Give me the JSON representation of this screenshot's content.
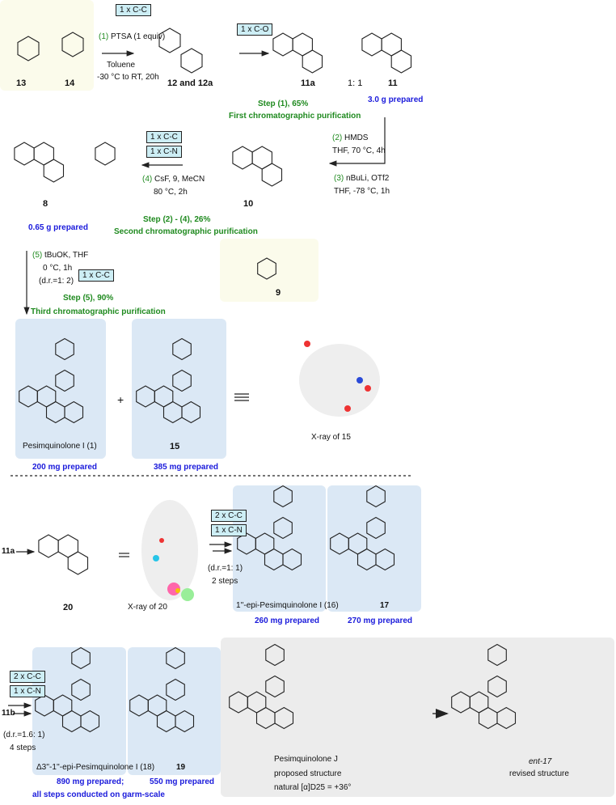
{
  "tags": {
    "cc": "1 x C-C",
    "co": "1 x C-O",
    "cn": "1 x C-N",
    "cc2": "2 x C-C"
  },
  "step1": {
    "num": "(1)",
    "reagent": " PTSA (1 equiv)",
    "solvent": "Toluene",
    "cond": "-30 °C to RT, 20h",
    "yield": "Step (1), 65%",
    "purif": "First chromatographic purification"
  },
  "compounds": {
    "c13": "13",
    "c14": "14",
    "c12": "12 and 12a",
    "c11a": "11a",
    "ratio": "1: 1",
    "c11": "11",
    "c11_amt": "3.0 g prepared",
    "c10": "10",
    "c8": "8",
    "c8_amt": "0.65 g prepared",
    "c9": "9",
    "c1": "Pesimquinolone I (1)",
    "c1_amt": "200 mg prepared",
    "c15": "15",
    "c15_amt": "385 mg prepared",
    "xray15": "X-ray of 15",
    "c20": "20",
    "xray20": "X-ray of 20",
    "c11a_b": "11a",
    "c16": "1''-epi-Pesimquinolone I (16)",
    "c16_amt": "260 mg prepared",
    "c17": "17",
    "c17_amt": "270 mg prepared",
    "c11b": "11b",
    "c18": "Δ3''-1''-epi-Pesimquinolone I (18)",
    "c18_amt": "890 mg prepared;",
    "c18_note": "all steps conducted on garm-scale",
    "c19": "19",
    "c19_amt": "550 mg prepared",
    "pj": "Pesimquinolone J",
    "pj_note": "proposed structure",
    "pj_rot": "natural [α]D25 = +36°",
    "ent17": "ent-17",
    "ent17_note": "revised structure"
  },
  "step23": {
    "s2num": "(2)",
    "s2": " HMDS",
    "s2c": "THF, 70 °C, 4h",
    "s3num": "(3)",
    "s3": " nBuLi, OTf2",
    "s3c": "THF, -78 °C, 1h"
  },
  "step4": {
    "num": "(4)",
    "reagent": " CsF, 9, MeCN",
    "cond": "80 °C, 2h",
    "yield": "Step (2) - (4), 26%",
    "purif": "Second chromatographic purification"
  },
  "step5": {
    "num": "(5)",
    "reagent": " tBuOK, THF",
    "cond": "0 °C, 1h",
    "dr": "(d.r.=1: 2)",
    "yield": "Step (5), 90%",
    "purif": "Third chromatographic purification"
  },
  "route2": {
    "dr": "(d.r.=1: 1)",
    "steps": "2 steps"
  },
  "route3": {
    "dr": "(d.r.=1.6: 1)",
    "steps": "4 steps"
  }
}
